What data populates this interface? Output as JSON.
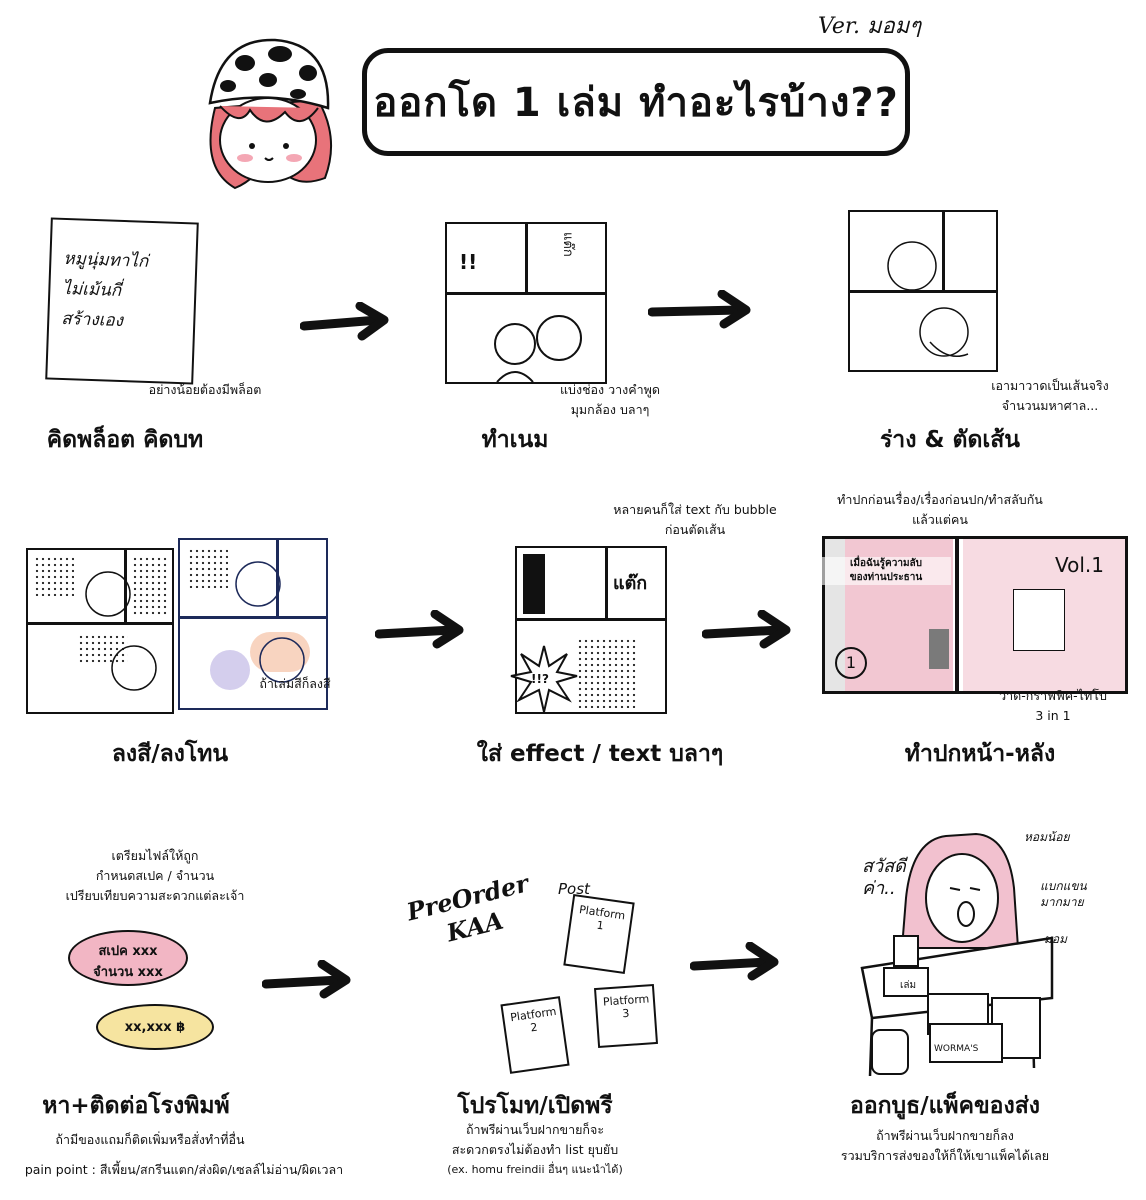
{
  "header": {
    "title": "ออกโด 1 เล่ม ทำอะไรบ้าง??",
    "version": "Ver. มอมๆ"
  },
  "steps": [
    {
      "heading": "คิดพล็อต คิดบท",
      "notes": [
        "อย่างน้อยต้องมีพล็อต"
      ],
      "sketch_text": [
        "หมูนุ่มทาไก่",
        "ไม่เม้นกี่",
        "สร้างเอง"
      ]
    },
    {
      "heading": "ทำเนม",
      "notes": [
        "แบ่งช่อง วางคำพูด",
        "มุมกล้อง บลาๆ"
      ],
      "sketch_text": [
        "!!",
        "แต๊ก"
      ]
    },
    {
      "heading": "ร่าง & ตัดเส้น",
      "notes": [
        "เอามาวาดเป็นเส้นจริง",
        "จำนวนมหาศาล..."
      ]
    },
    {
      "heading": "ลงสี/ลงโทน",
      "notes": [
        "ถ้าเล่มสีก็ลงสี"
      ]
    },
    {
      "heading": "ใส่ effect / text บลาๆ",
      "notes": [
        "หลายคนก็ใส่ text กับ bubble",
        "ก่อนตัดเส้น"
      ],
      "sketch_text": [
        "แต๊ก",
        "!!?"
      ]
    },
    {
      "heading": "ทำปกหน้า-หลัง",
      "notes": [
        "ทำปกก่อนเรื่อง/เรื่องก่อนปก/ทำสลับกัน",
        "แล้วแต่คน",
        "วาด-กราฟฟิค-ไทโป",
        "3 in 1"
      ],
      "sketch_text": [
        "เมื่อฉันรู้ความลับ",
        "ของท่านประธาน",
        "Vol.1",
        "1"
      ]
    },
    {
      "heading": "หา+ติดต่อโรงพิมพ์",
      "notes": [
        "เตรียมไฟล์ให้ถูก",
        "กำหนดสเปค / จำนวน",
        "เปรียบเทียบความสะดวกแต่ละเจ้า",
        "ถ้ามีของแถมก็ติดเพิ่มหรือสั่งทำที่อื่น",
        "pain point : สีเพี้ยน/สกรีนแตก/ส่งผิด/เซลล์ไม่อ่าน/ผิดเวลา"
      ],
      "sketch_text": [
        "สเปค xxx",
        "จำนวน xxx",
        "xx,xxx ฿"
      ]
    },
    {
      "heading": "โปรโมท/เปิดพรี",
      "notes": [
        "ถ้าพรีผ่านเว็บฝากขายก็จะ",
        "สะดวกตรงไม่ต้องทำ list ยุบยับ",
        "(ex. homu freindii อื่นๆ แนะนำได้)"
      ],
      "sketch_text": [
        "PreOrder",
        "KAA",
        "Post",
        "Platform 1",
        "Platform 2",
        "Platform 3"
      ]
    },
    {
      "heading": "ออกบูธ/แพ็คของส่ง",
      "notes": [
        "ถ้าพรีผ่านเว็บฝากขายก็ลง",
        "รวมบริการส่งของให้ก็ให้เขาแพ็คได้เลย"
      ],
      "sketch_text": [
        "สวัสดีค่า..",
        "หอมน้อย",
        "แบกแขน มากมาย",
        "มอม",
        "เล่ม",
        "WORMA'S"
      ]
    }
  ],
  "colors": {
    "ink": "#111111",
    "pink": "#f2b6c4",
    "yellow": "#f6e4a0",
    "hair": "#e8737a"
  }
}
